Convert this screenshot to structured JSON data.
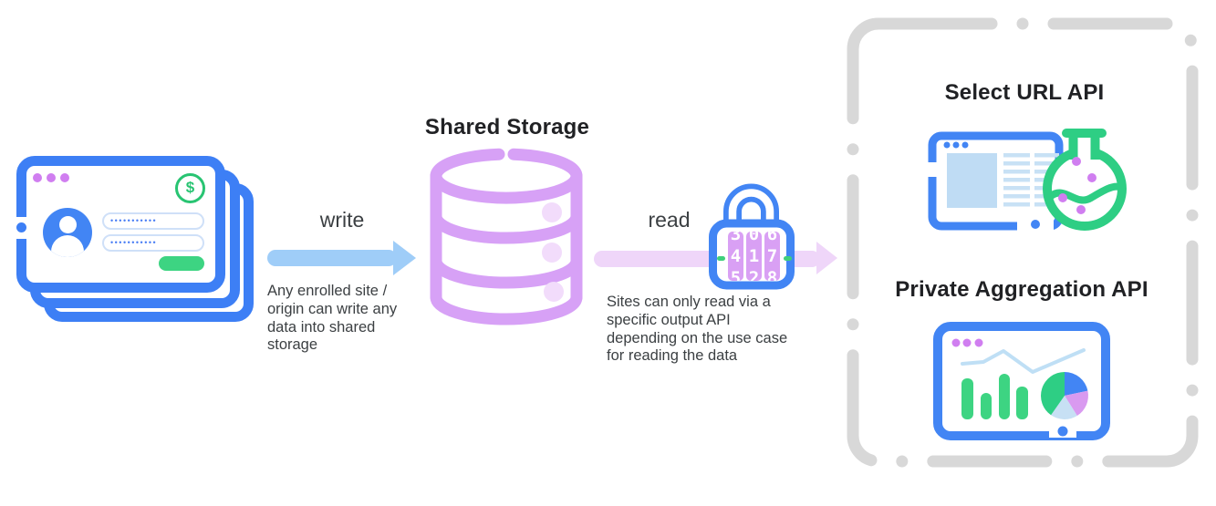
{
  "flow": {
    "write_label": "write",
    "write_caption": "Any enrolled site / origin can write any data into shared storage",
    "read_label": "read",
    "read_caption": "Sites can only read via a specific output API depending on the use case for reading the data"
  },
  "storage": {
    "title": "Shared Storage"
  },
  "outputs": {
    "select_url_title": "Select URL API",
    "private_aggregation_title": "Private Aggregation API"
  },
  "login_window": {
    "password_value": "•••••••••••",
    "dollar_glyph": "$"
  },
  "lock": {
    "dials": [
      {
        "above": "3",
        "value": "4",
        "below": "5"
      },
      {
        "above": "0",
        "value": "1",
        "below": "2"
      },
      {
        "above": "6",
        "value": "7",
        "below": "8"
      }
    ]
  },
  "icons": {
    "browser_stack": "stacked-login-windows",
    "database": "purple-database-cylinder",
    "padlock": "combination-padlock",
    "flask": "green-round-flask",
    "dashboard": "charts-dashboard",
    "dollar_coin": "dollar-in-circle"
  },
  "colors": {
    "blue": "#4285f4",
    "window_blue": "#3d7ff5",
    "green": "#2ece84",
    "button_green": "#3dd482",
    "purple": "#d7a1f6",
    "purple_dot": "#d07ef0",
    "light_purple": "#f2dcfb",
    "arrow_blue": "#9fcdf8",
    "arrow_pink": "#efd6f9",
    "boundary_gray": "#d8d8d8",
    "text_dark": "#3c4043",
    "title_dark": "#202124"
  }
}
